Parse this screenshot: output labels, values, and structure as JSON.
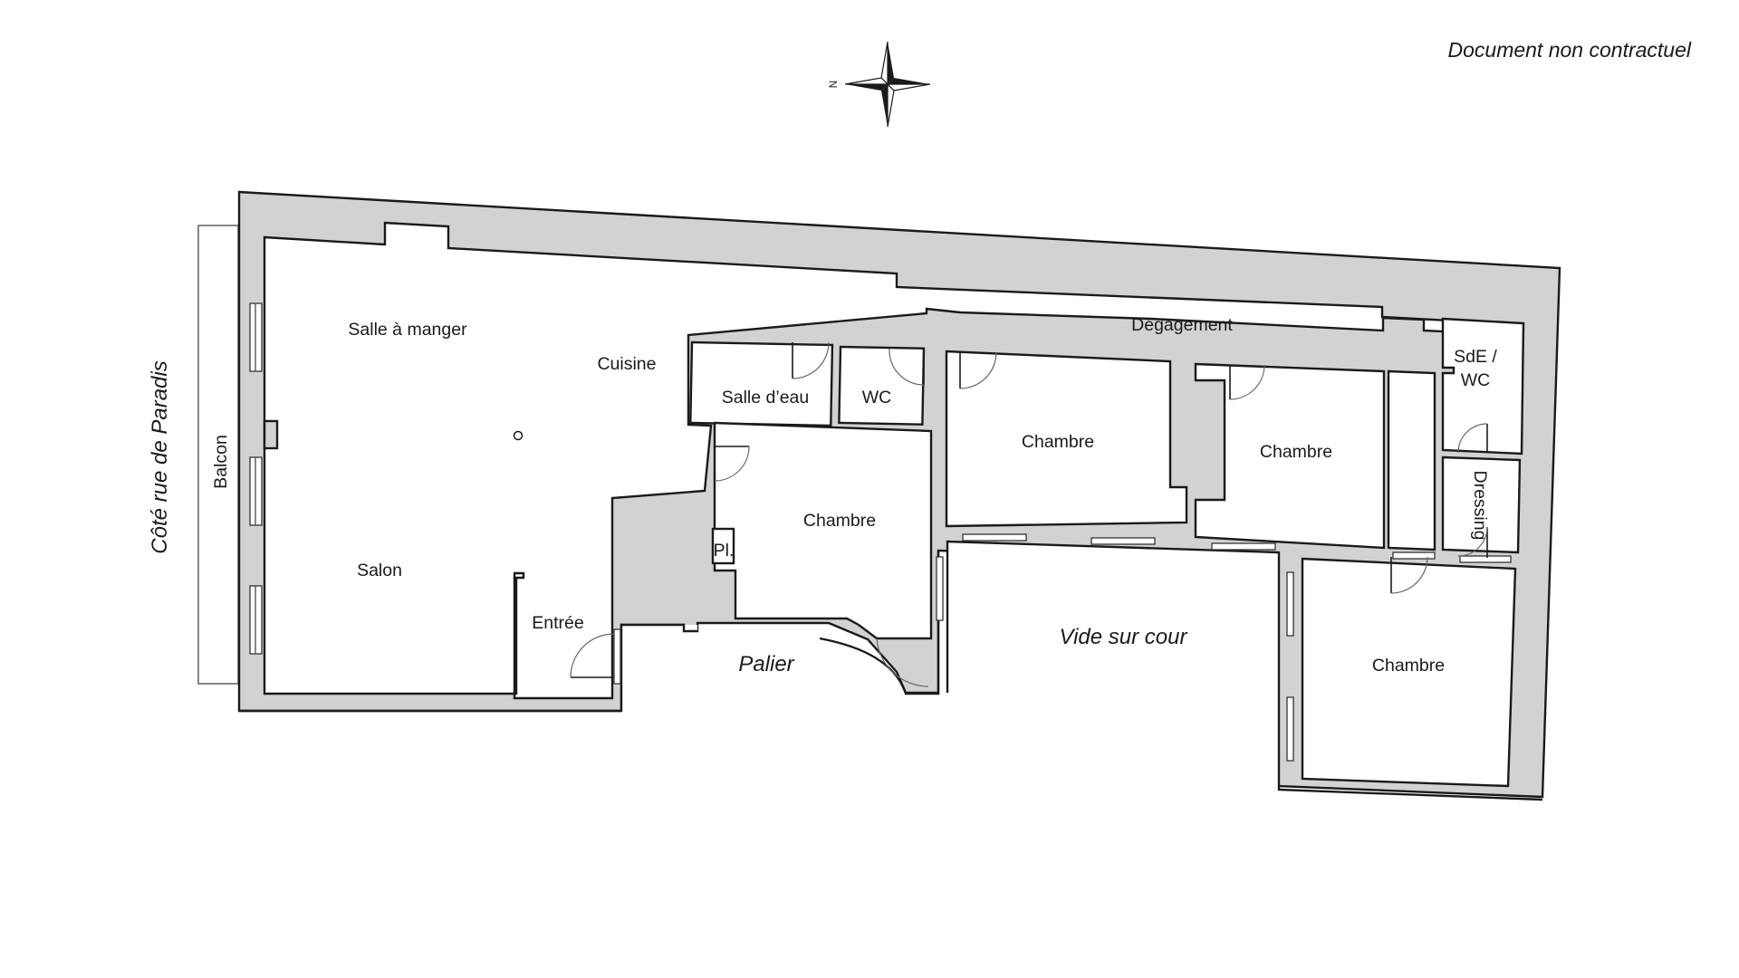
{
  "disclaimer": "Document non contractuel",
  "compass": {
    "icon": "compass-rose-icon",
    "north_label": "N"
  },
  "street_label": "Côté rue de Paradis",
  "rooms": {
    "balcon": "Balcon",
    "salle_a_manger": "Salle à manger",
    "cuisine": "Cuisine",
    "salon": "Salon",
    "entree": "Entrée",
    "salle_deau": "Salle d’eau",
    "wc": "WC",
    "chambre_1": "Chambre",
    "placard": "Pl.",
    "degagement": "Dégagement",
    "chambre_2": "Chambre",
    "chambre_3": "Chambre",
    "sde_wc_line1": "SdE /",
    "sde_wc_line2": "WC",
    "dressing": "Dressing",
    "chambre_4": "Chambre"
  },
  "areas": {
    "palier": "Palier",
    "vide_sur_cour": "Vide sur cour"
  },
  "colors": {
    "wall_fill": "#d2d2d2",
    "line": "#1a1a1a",
    "background": "#ffffff"
  }
}
